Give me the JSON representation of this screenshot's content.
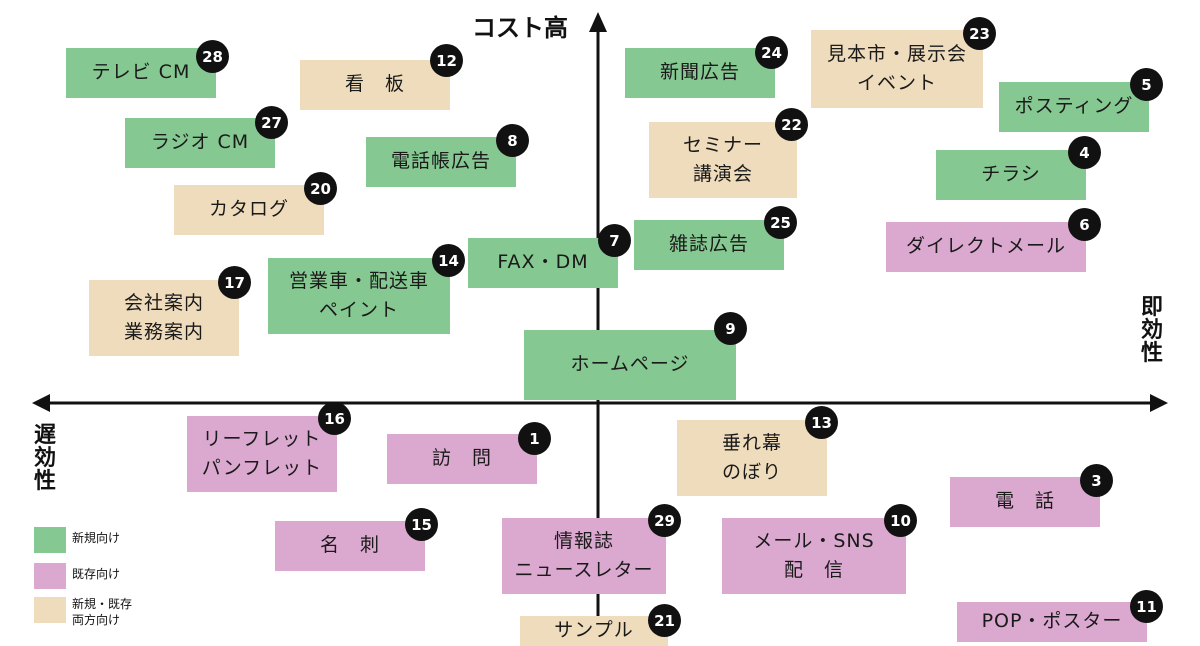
{
  "colors": {
    "new": "#86c891",
    "existing": "#dba8cf",
    "both": "#efdcbc",
    "axis": "#111111",
    "badge": "#111111"
  },
  "axes": {
    "top": "コスト高",
    "right": "即効性",
    "left": "遅効性"
  },
  "legend": [
    {
      "category": "new",
      "label": "新規向け"
    },
    {
      "category": "existing",
      "label": "既存向け"
    },
    {
      "category": "both",
      "label": "新規・既存\n両方向け"
    }
  ],
  "items": [
    {
      "label": "テレビ CM",
      "number": "28",
      "category": "new"
    },
    {
      "label": "看　板",
      "number": "12",
      "category": "both"
    },
    {
      "label": "新聞広告",
      "number": "24",
      "category": "new"
    },
    {
      "label": "見本市・展示会\nイベント",
      "number": "23",
      "category": "both"
    },
    {
      "label": "ポスティング",
      "number": "5",
      "category": "new"
    },
    {
      "label": "ラジオ CM",
      "number": "27",
      "category": "new"
    },
    {
      "label": "電話帳広告",
      "number": "8",
      "category": "new"
    },
    {
      "label": "セミナー\n講演会",
      "number": "22",
      "category": "both"
    },
    {
      "label": "チラシ",
      "number": "4",
      "category": "new"
    },
    {
      "label": "カタログ",
      "number": "20",
      "category": "both"
    },
    {
      "label": "FAX・DM",
      "number": "7",
      "category": "new"
    },
    {
      "label": "雑誌広告",
      "number": "25",
      "category": "new"
    },
    {
      "label": "ダイレクトメール",
      "number": "6",
      "category": "existing"
    },
    {
      "label": "会社案内\n業務案内",
      "number": "17",
      "category": "both"
    },
    {
      "label": "営業車・配送車\nペイント",
      "number": "14",
      "category": "new"
    },
    {
      "label": "ホームページ",
      "number": "9",
      "category": "new"
    },
    {
      "label": "リーフレット\nパンフレット",
      "number": "16",
      "category": "existing"
    },
    {
      "label": "訪　問",
      "number": "1",
      "category": "existing"
    },
    {
      "label": "垂れ幕\nのぼり",
      "number": "13",
      "category": "both"
    },
    {
      "label": "電　話",
      "number": "3",
      "category": "existing"
    },
    {
      "label": "名　刺",
      "number": "15",
      "category": "existing"
    },
    {
      "label": "情報誌\nニュースレター",
      "number": "29",
      "category": "existing"
    },
    {
      "label": "メール・SNS\n配　信",
      "number": "10",
      "category": "existing"
    },
    {
      "label": "サンプル",
      "number": "21",
      "category": "both"
    },
    {
      "label": "POP・ポスター",
      "number": "11",
      "category": "existing"
    }
  ]
}
